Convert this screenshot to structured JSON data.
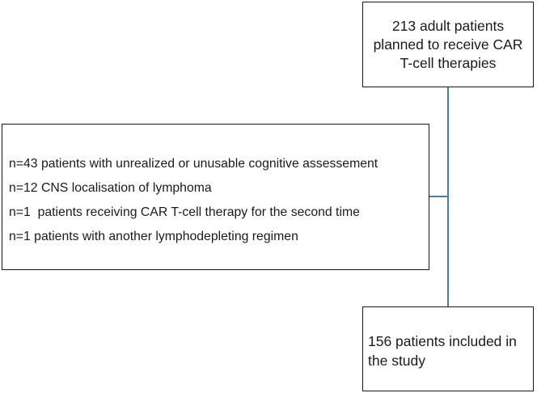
{
  "flowchart": {
    "start": {
      "lines": [
        "213 adult patients",
        "planned to receive CAR",
        "T-cell therapies"
      ]
    },
    "exclusions": {
      "lines": [
        "n=43 patients with unrealized or unusable cognitive assessement",
        "n=12 CNS localisation of lymphoma",
        "n=1  patients receiving CAR T-cell therapy for the second time",
        "n=1 patients with another lymphodepleting regimen"
      ]
    },
    "end": {
      "lines": [
        "156 patients included in",
        "the study"
      ]
    },
    "connector_color": "#4a7ea8",
    "border_color": "#1a1a1a"
  }
}
